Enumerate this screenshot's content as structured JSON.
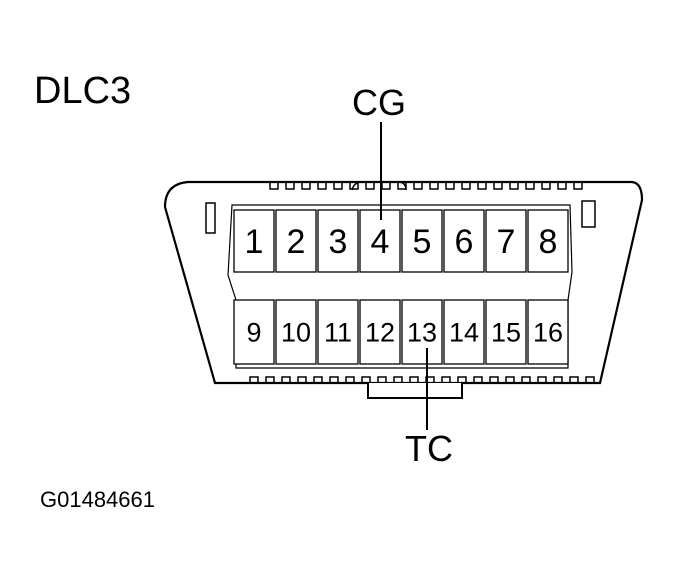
{
  "title": "DLC3",
  "figure_code": "G01484661",
  "callouts": {
    "top": "CG",
    "bottom": "TC"
  },
  "pins_top": [
    "1",
    "2",
    "3",
    "4",
    "5",
    "6",
    "7",
    "8"
  ],
  "pins_bottom": [
    "9",
    "10",
    "11",
    "12",
    "13",
    "14",
    "15",
    "16"
  ]
}
